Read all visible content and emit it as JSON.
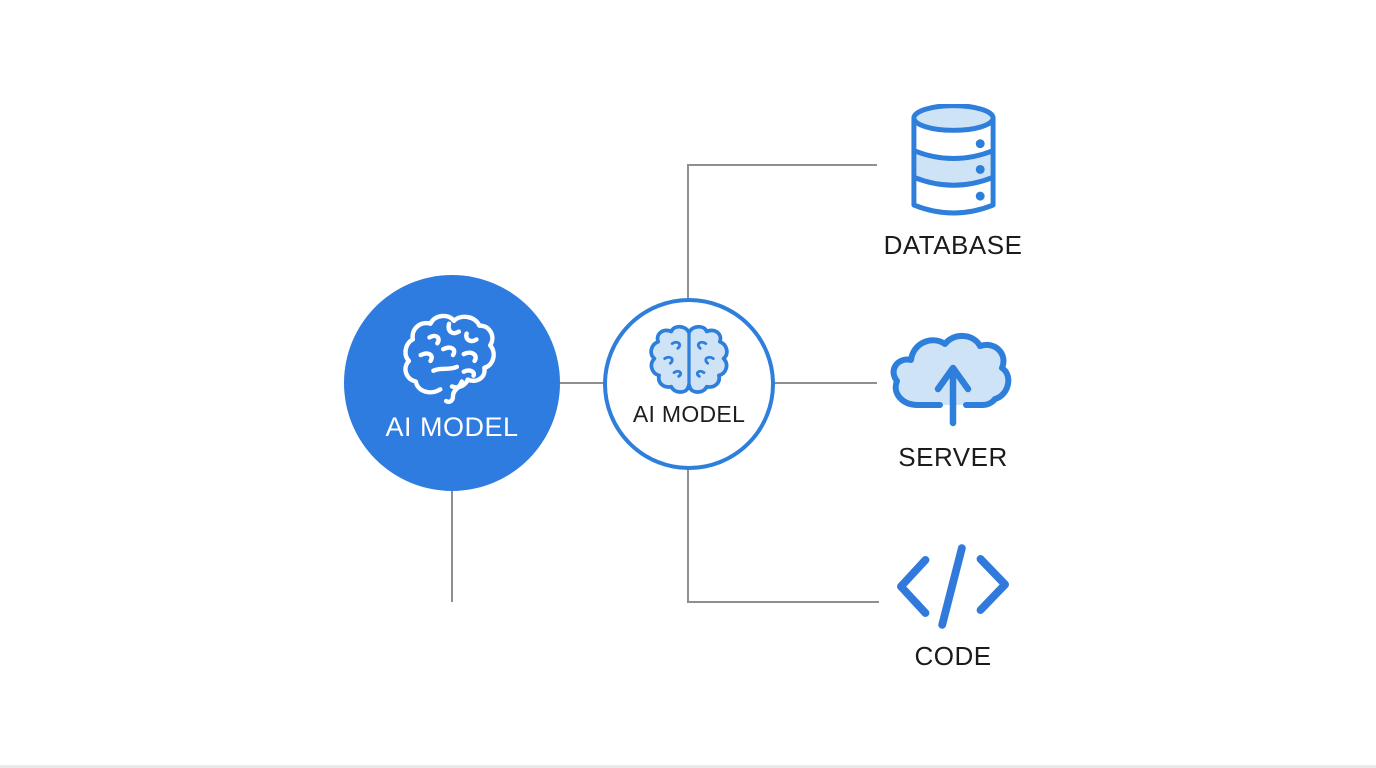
{
  "diagram": {
    "nodes": {
      "main_model": {
        "label": "AI MODEL",
        "icon": "brain-side-icon",
        "shape": "filled-circle"
      },
      "hub_model": {
        "label": "AI MODEL",
        "icon": "brain-top-icon",
        "shape": "outlined-circle"
      },
      "database": {
        "label": "DATABASE",
        "icon": "database-icon"
      },
      "server": {
        "label": "SERVER",
        "icon": "cloud-upload-icon"
      },
      "code": {
        "label": "CODE",
        "icon": "code-icon"
      }
    },
    "edges": [
      {
        "from": "main_model",
        "to": "hub_model",
        "style": "straight"
      },
      {
        "from": "hub_model",
        "to": "database",
        "style": "elbow-up"
      },
      {
        "from": "hub_model",
        "to": "server",
        "style": "straight"
      },
      {
        "from": "hub_model",
        "to": "code",
        "style": "elbow-down"
      },
      {
        "from": "main_model",
        "to": "bottom",
        "style": "dangling-vertical"
      }
    ],
    "colors": {
      "background": "#FFFFFF",
      "node_blue": "#2E7CDF",
      "icon_stroke_blue": "#2E7FDC",
      "icon_fill_light_blue": "#CFE3F7",
      "connector_gray": "#8F8F8F",
      "label_dark": "#1B1B1B",
      "main_label_white": "#FFFFFF"
    }
  }
}
